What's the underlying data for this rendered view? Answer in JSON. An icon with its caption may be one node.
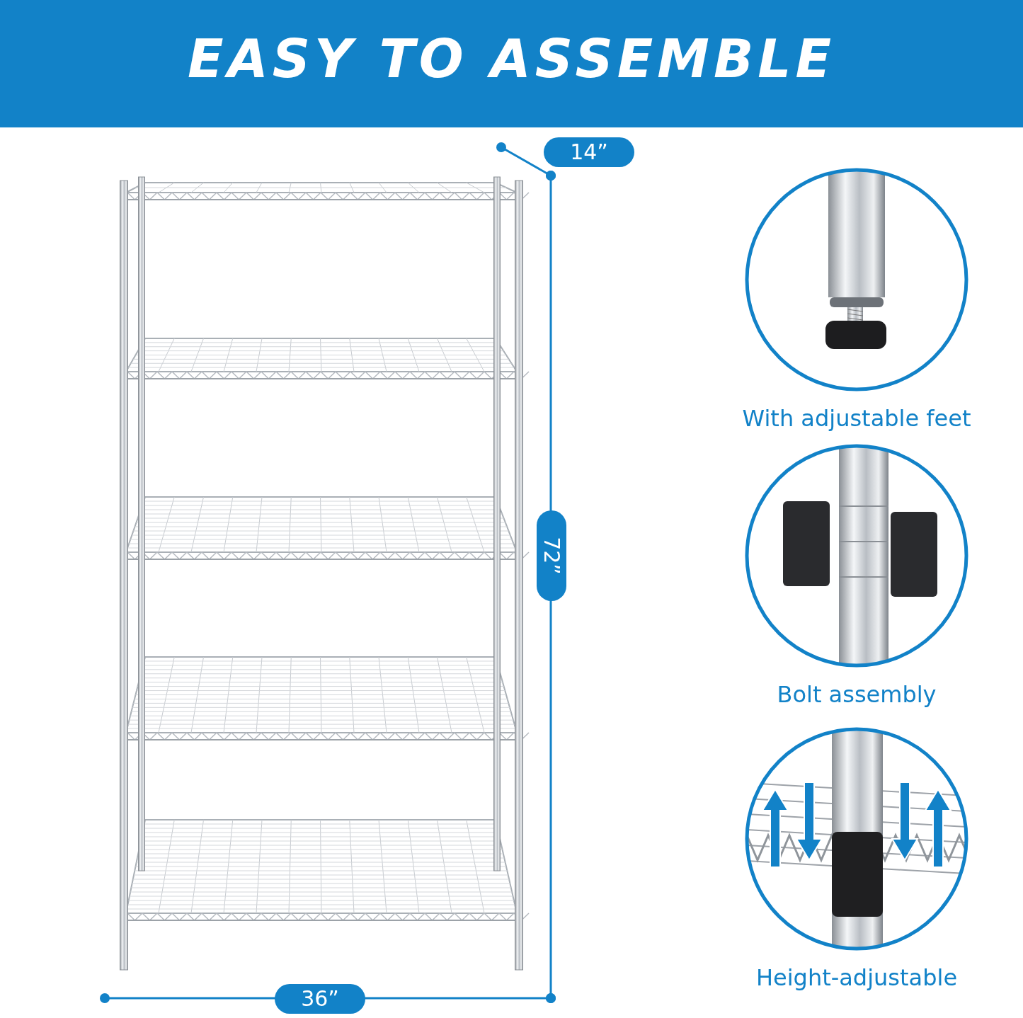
{
  "diagram": {
    "title": "EASY TO ASSEMBLE",
    "labels": [
      "14”",
      "72”",
      "36”",
      "With adjustable feet",
      "Bolt assembly",
      "Height-adjustable"
    ]
  }
}
